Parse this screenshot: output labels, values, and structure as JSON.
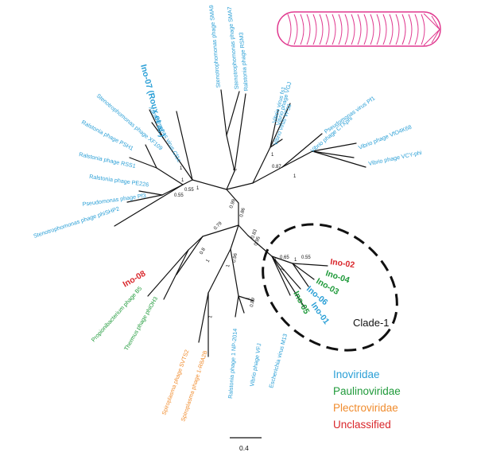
{
  "colors": {
    "inoviridae": "#2a9fd6",
    "paulinoviridae": "#1f9a3a",
    "plectroviridae": "#f08c2e",
    "unclassified": "#d9262b",
    "virion": "#e0398f",
    "branch": "#111111"
  },
  "leaves": {
    "stenotrophomonas_sma9": "Stenotrophomonas phage SMA9",
    "stenotrophomonas_sma7": "Stenotrophomonas phage SMA7",
    "ralstonia_rsm3": "Ralstonia phage RSM3",
    "ino07": "Ino-07 (Roux et al.)",
    "xanthomonas_cf1c": "Xanthomonas virus Cf1c",
    "stenotrophomonas_xf109": "Stenotrophomonas phage XF109",
    "ralstonia_psh1": "Ralstonia phage PSH1",
    "ralstonia_rss1": "Ralstonia phage RSS1",
    "ralstonia_pe226": "Ralstonia phage PE226",
    "pseudomonas_pf3": "Pseudomonas phage Pf3",
    "stenotrophomonas_phishp2": "Stenotrophomonas phage phiSHP2",
    "vibrio_fs1": "Vibrio virus fs1",
    "vibrio_vgjphi": "Vibrio phage VGJ",
    "vibrio_vf33": "Vibrio virus VF33",
    "vibrio_ctxphi": "Vibrio phage CTXphi",
    "pseudomonas_pf1": "Pseudomonas virus Pf1",
    "vibrio_vfo4k68": "Vibrio phage VfO4K68",
    "vibrio_vcyphi": "Vibrio phage VCY-phi",
    "ino02": "Ino-02",
    "ino04": "Ino-04",
    "ino03": "Ino-03",
    "ino06": "Ino-06",
    "ino05": "Ino-05",
    "ino01": "Ino-01",
    "ino08": "Ino-08",
    "propionibacterium_b5": "Propionibacterium phage B5",
    "thermus_phior3": "Thermus phage phiOH3",
    "spiroplasma_svts2": "Spiroplasma phage SVTS2",
    "spiroplasma_1r8a2b": "Spiroplasma phage 1-R8A2B",
    "ralstonia_np2014": "Ralstonia phage 1 NP-2014",
    "vibrio_vfj": "Vibrio phage VFJ",
    "escherichia_m13": "Escherichia virus M13"
  },
  "support_values": {
    "s1": "1",
    "s2": "0.99",
    "s3": "1",
    "s4": "0.8",
    "s5": "1",
    "s6": "0.55",
    "s7": "1",
    "s8": "0.55",
    "s9": "1",
    "s10": "1",
    "s11": "0.95",
    "s12": "0.83",
    "s13": "0.86",
    "s14": "0.79",
    "s15": "1",
    "s16": "1",
    "s17": "0.96",
    "s18": "0.89",
    "s19": "1",
    "s20": "0.65",
    "s21": "1",
    "s22": "0.55",
    "s23": "1",
    "s24": "1",
    "s25": "0.87",
    "s26": "1"
  },
  "clade_label": "Clade-1",
  "scale_bar_label": "0.4",
  "legend": [
    {
      "label": "Inoviridae",
      "color": "#2a9fd6"
    },
    {
      "label": "Paulinoviridae",
      "color": "#1f9a3a"
    },
    {
      "label": "Plectroviridae",
      "color": "#f08c2e"
    },
    {
      "label": "Unclassified",
      "color": "#d9262b"
    }
  ]
}
